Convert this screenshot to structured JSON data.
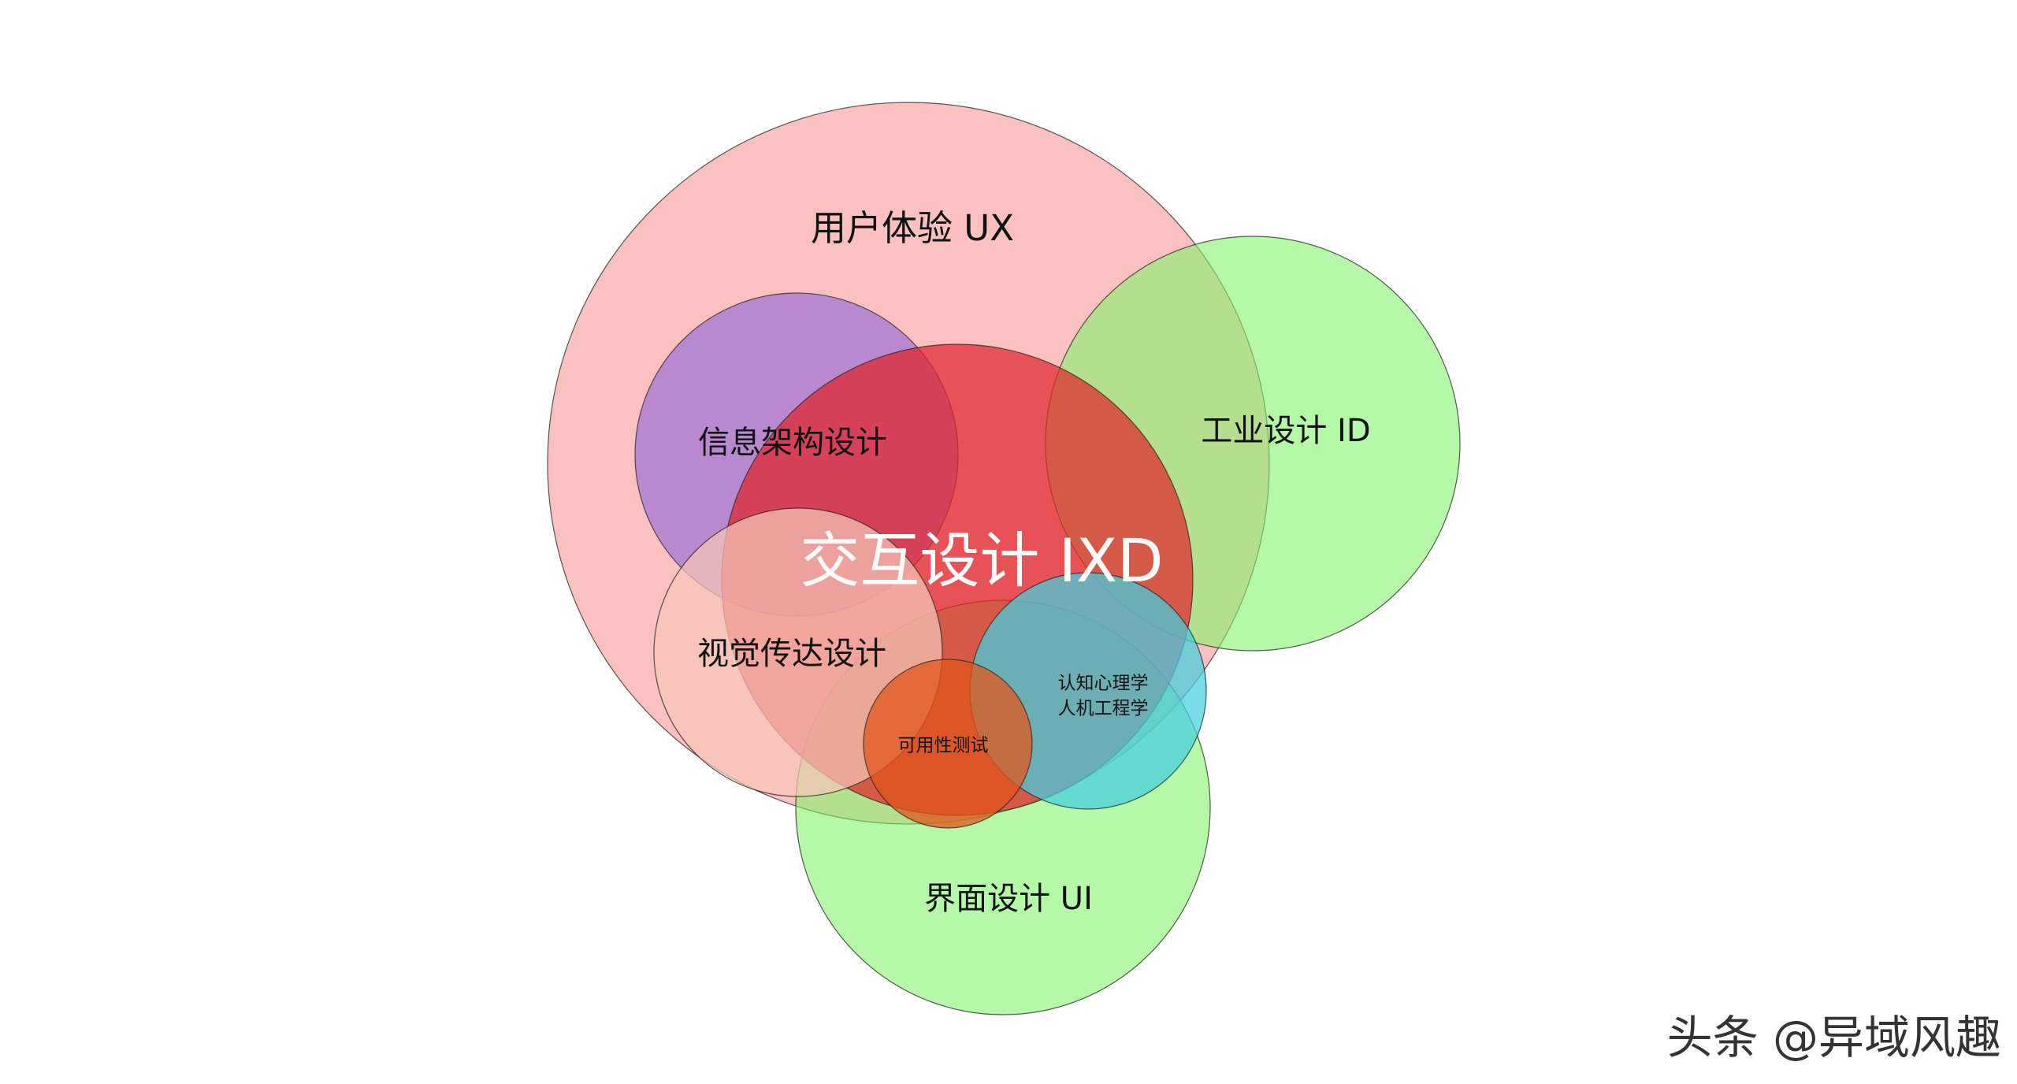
{
  "diagram": {
    "labels": {
      "ux": "用户体验 UX",
      "ia": "信息架构设计",
      "id": "工业设计 ID",
      "ixd": "交互设计 IXD",
      "vcd": "视觉传达设计",
      "cog_line1": "认知心理学",
      "cog_line2": "人机工程学",
      "usability": "可用性测试",
      "ui": "界面设计  UI"
    },
    "colors": {
      "ux": "#f99a99",
      "ia": "#a57ad3",
      "id": "#7ff569",
      "ixd": "#e0262b",
      "vcd": "#f5c6b6",
      "ui": "#7ff569",
      "cog": "#44cfe0",
      "usability": "#e2561c"
    }
  },
  "watermark": "头条 @异域风趣"
}
